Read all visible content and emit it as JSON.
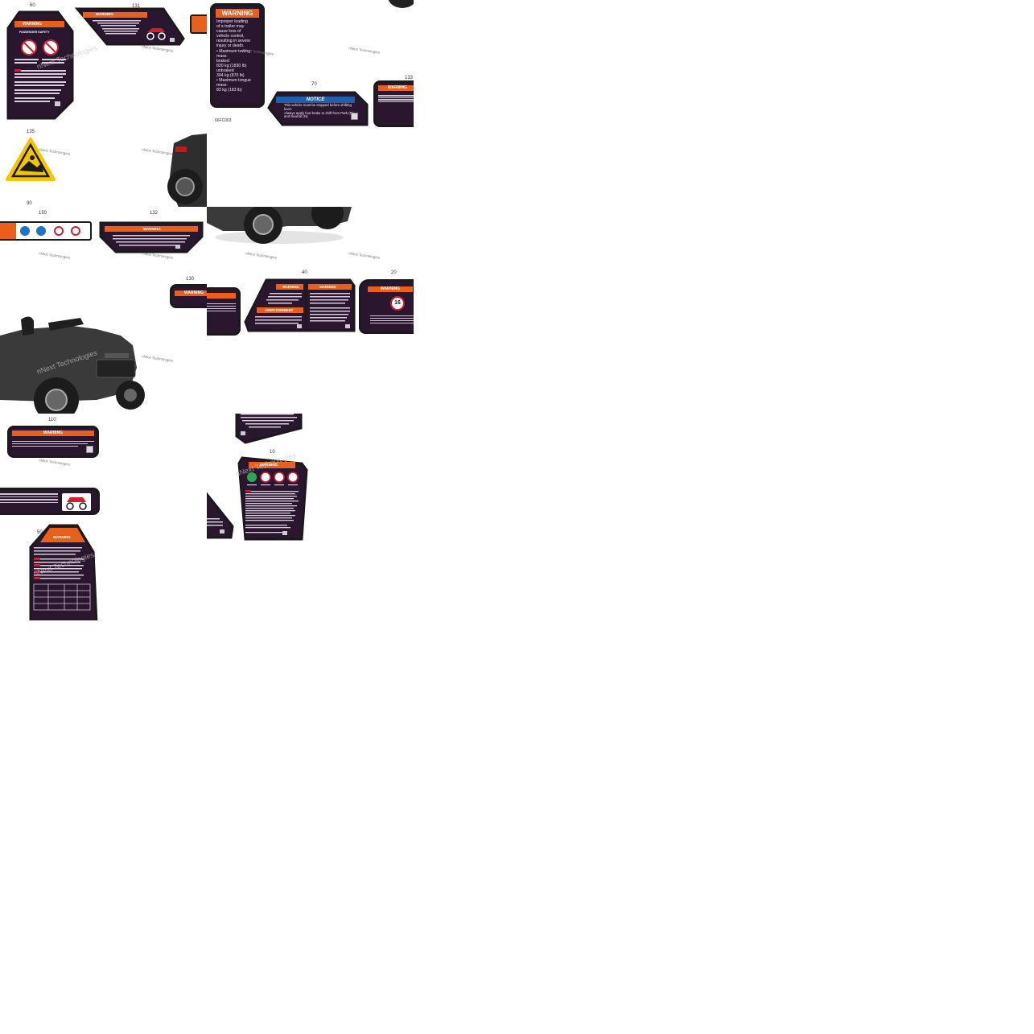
{
  "callouts": {
    "c60": "60",
    "c131a": "131",
    "c135": "135",
    "c90": "90",
    "c150": "150",
    "c132": "132",
    "c70": "70",
    "c133": "133",
    "c130": "130",
    "c40": "40",
    "c20": "20",
    "c110": "110",
    "c50": "50",
    "c10": "10"
  },
  "drawing_code": "66FC003",
  "watermark": "nNext Technologies",
  "warning_word": "WARNING",
  "notice_word": "NOTICE",
  "avertissement_word": "AVERTISSEMENT",
  "decals": {
    "d60_title": "PASSENGER SAFETY",
    "d70_lines": [
      "This vehicle must be stopped before shifting lever.",
      "Always apply foot brake to shift from Park (P) and Neutral (N)."
    ],
    "d131_tile4_lines": [
      "Improper loading",
      "of a trailer may",
      "cause loss of",
      "vehicle control,",
      "resulting in severe",
      "injury or death.",
      "• Maximum towing",
      "  mass:",
      "  braked",
      "  830 kg (1830 lb)",
      "  unbraked",
      "  394 kg (870 lb)",
      "• Maximum tongue",
      "  mass:",
      "  83 kg (183 lb)"
    ],
    "d20_number": "16"
  },
  "colors": {
    "warning_orange": "#e8601c",
    "decal_dark": "#2b1630",
    "notice_blue": "#1f5fae",
    "pictogram_red": "#d01f2f",
    "pictogram_blue": "#1f72c8",
    "triangle_yellow": "#f4c400"
  }
}
